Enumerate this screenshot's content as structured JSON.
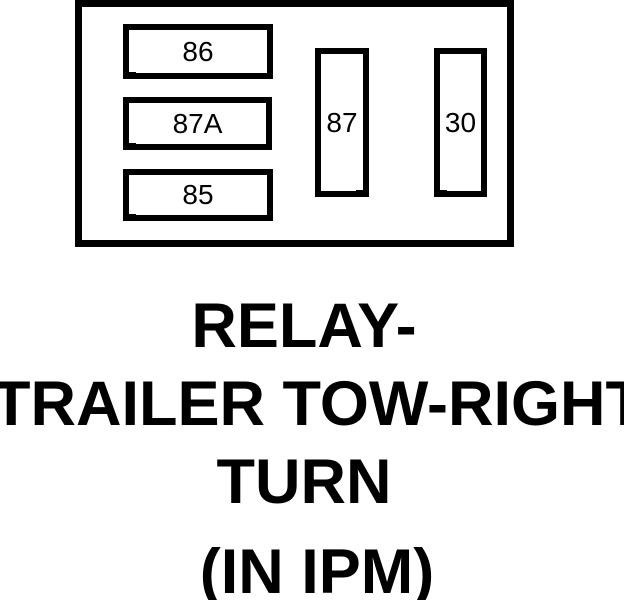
{
  "diagram": {
    "type": "relay-pinout",
    "pins": [
      {
        "terminal": "86",
        "orientation": "horizontal"
      },
      {
        "terminal": "87A",
        "orientation": "horizontal"
      },
      {
        "terminal": "85",
        "orientation": "horizontal"
      },
      {
        "terminal": "87",
        "orientation": "vertical"
      },
      {
        "terminal": "30",
        "orientation": "vertical"
      }
    ],
    "colors": {
      "line": "#000000",
      "background": "#ffffff"
    }
  },
  "caption": {
    "lines": [
      "RELAY-",
      "TRAILER TOW-RIGHT",
      "TURN"
    ],
    "location": "(IN IPM)",
    "full_text": "RELAY- TRAILER TOW-RIGHT TURN (IN IPM)"
  }
}
